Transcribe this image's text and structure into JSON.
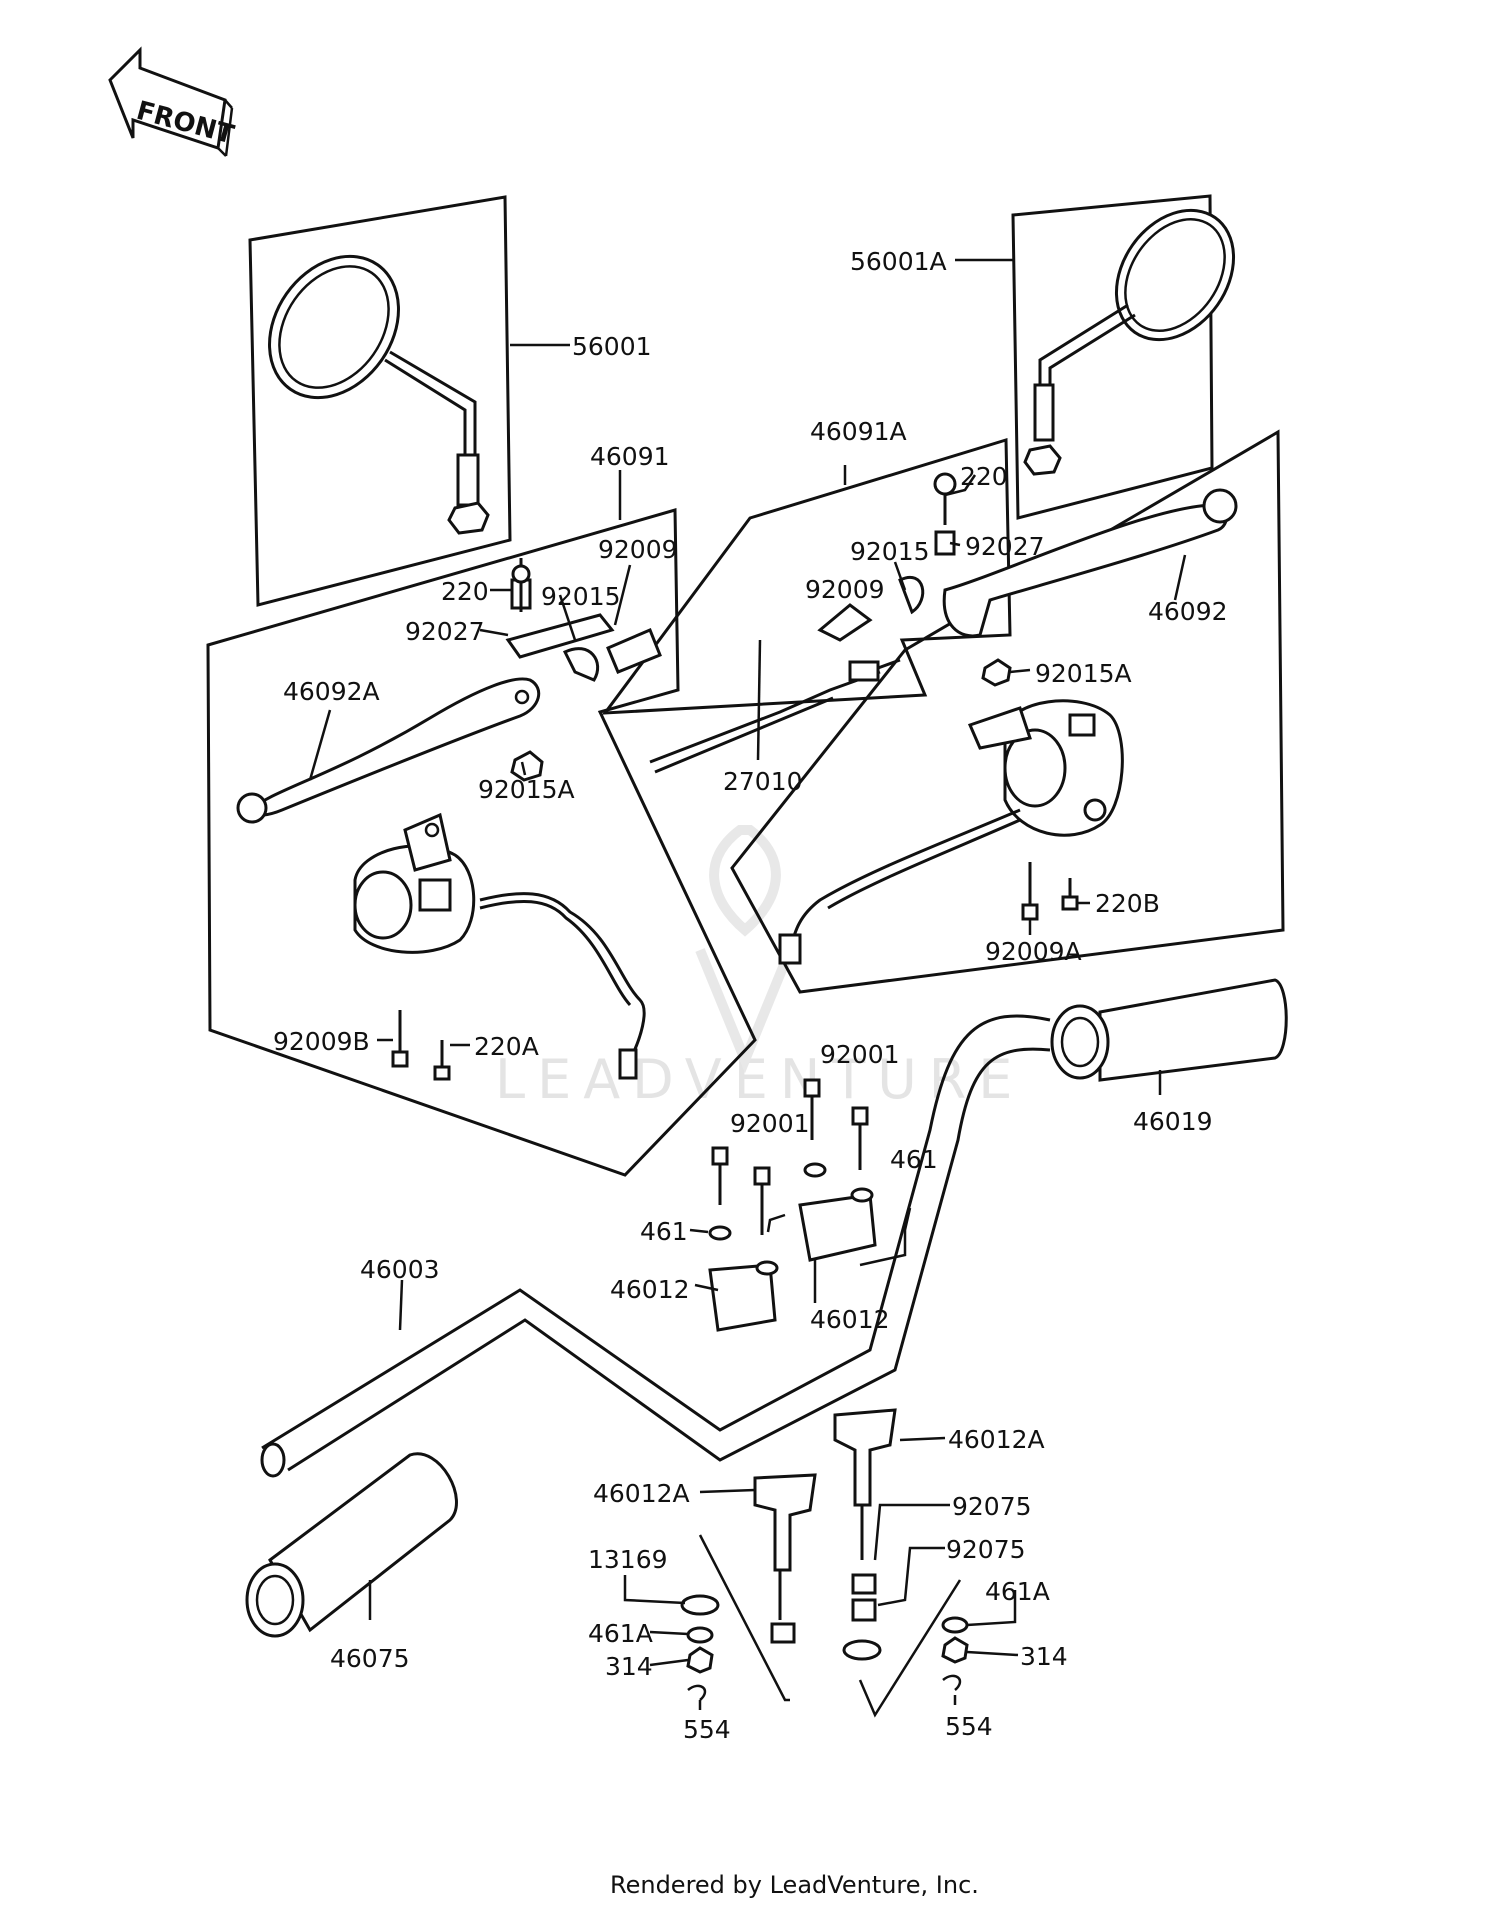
{
  "front_marker": "FRONT",
  "callouts": {
    "p56001": "56001",
    "p56001A": "56001A",
    "p46091": "46091",
    "p46091A": "46091A",
    "p92009_l": "92009",
    "p220_l": "220",
    "p92015_l": "92015",
    "p92027_l": "92027",
    "p46092A": "46092A",
    "p92015A_l": "92015A",
    "p92009B": "92009B",
    "p220A": "220A",
    "p220_r": "220",
    "p92015_r": "92015",
    "p92027_r": "92027",
    "p92009_r": "92009",
    "p46092": "46092",
    "p92015A_r": "92015A",
    "p27010": "27010",
    "p220B": "220B",
    "p92009A": "92009A",
    "p92001_a": "92001",
    "p92001_b": "92001",
    "p461_a": "461",
    "p461_b": "461",
    "p46012_a": "46012",
    "p46012_b": "46012",
    "p46019": "46019",
    "p46003": "46003",
    "p46075": "46075",
    "p46012A_a": "46012A",
    "p46012A_b": "46012A",
    "p92075_a": "92075",
    "p92075_b": "92075",
    "p13169": "13169",
    "p461A_l": "461A",
    "p461A_r": "461A",
    "p314_l": "314",
    "p314_r": "314",
    "p554_l": "554",
    "p554_r": "554"
  },
  "watermark": "LEADVENTURE",
  "footer": "Rendered by LeadVenture, Inc."
}
